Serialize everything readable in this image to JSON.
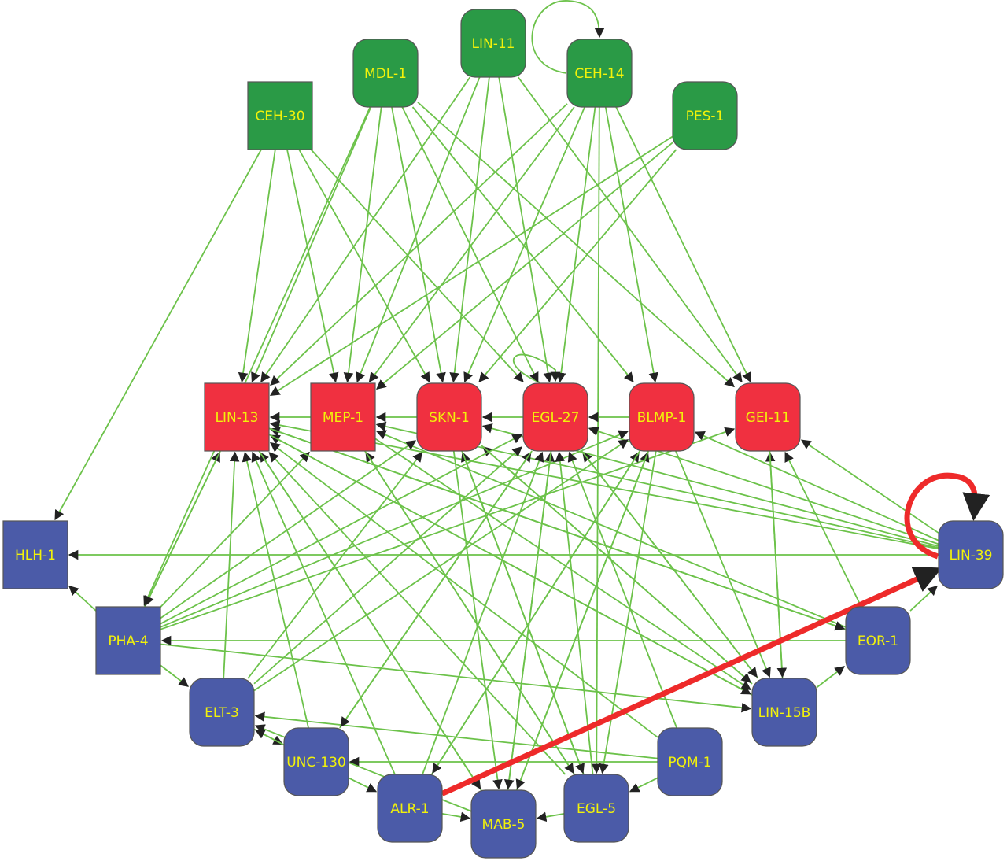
{
  "colors": {
    "top_group": "#2a9a46",
    "middle_group": "#f03040",
    "bottom_group": "#4b5ba8",
    "edge": "#6cc24a",
    "highlight_edge": "#ee2a2a",
    "label": "#f2f20a"
  },
  "nodes": [
    {
      "id": "LIN-11",
      "label": "LIN-11",
      "group": "top_group",
      "shape": "rounded"
    },
    {
      "id": "MDL-1",
      "label": "MDL-1",
      "group": "top_group",
      "shape": "rounded"
    },
    {
      "id": "CEH-14",
      "label": "CEH-14",
      "group": "top_group",
      "shape": "rounded"
    },
    {
      "id": "CEH-30",
      "label": "CEH-30",
      "group": "top_group",
      "shape": "square"
    },
    {
      "id": "PES-1",
      "label": "PES-1",
      "group": "top_group",
      "shape": "rounded"
    },
    {
      "id": "LIN-13",
      "label": "LIN-13",
      "group": "middle_group",
      "shape": "square"
    },
    {
      "id": "MEP-1",
      "label": "MEP-1",
      "group": "middle_group",
      "shape": "square"
    },
    {
      "id": "SKN-1",
      "label": "SKN-1",
      "group": "middle_group",
      "shape": "rounded"
    },
    {
      "id": "EGL-27",
      "label": "EGL-27",
      "group": "middle_group",
      "shape": "rounded"
    },
    {
      "id": "BLMP-1",
      "label": "BLMP-1",
      "group": "middle_group",
      "shape": "rounded"
    },
    {
      "id": "GEI-11",
      "label": "GEI-11",
      "group": "middle_group",
      "shape": "rounded"
    },
    {
      "id": "HLH-1",
      "label": "HLH-1",
      "group": "bottom_group",
      "shape": "square"
    },
    {
      "id": "LIN-39",
      "label": "LIN-39",
      "group": "bottom_group",
      "shape": "rounded"
    },
    {
      "id": "PHA-4",
      "label": "PHA-4",
      "group": "bottom_group",
      "shape": "square"
    },
    {
      "id": "EOR-1",
      "label": "EOR-1",
      "group": "bottom_group",
      "shape": "rounded"
    },
    {
      "id": "ELT-3",
      "label": "ELT-3",
      "group": "bottom_group",
      "shape": "rounded"
    },
    {
      "id": "LIN-15B",
      "label": "LIN-15B",
      "group": "bottom_group",
      "shape": "rounded"
    },
    {
      "id": "UNC-130",
      "label": "UNC-130",
      "group": "bottom_group",
      "shape": "rounded"
    },
    {
      "id": "PQM-1",
      "label": "PQM-1",
      "group": "bottom_group",
      "shape": "rounded"
    },
    {
      "id": "ALR-1",
      "label": "ALR-1",
      "group": "bottom_group",
      "shape": "rounded"
    },
    {
      "id": "EGL-5",
      "label": "EGL-5",
      "group": "bottom_group",
      "shape": "rounded"
    },
    {
      "id": "MAB-5",
      "label": "MAB-5",
      "group": "bottom_group",
      "shape": "rounded"
    }
  ],
  "edges": [
    [
      "CEH-14",
      "CEH-14"
    ],
    [
      "EGL-27",
      "EGL-27"
    ],
    [
      "PHA-4",
      "HLH-1"
    ],
    [
      "ELT-3",
      "UNC-130"
    ],
    [
      "CEH-30",
      "HLH-1"
    ],
    [
      "CEH-30",
      "LIN-13"
    ],
    [
      "CEH-30",
      "MEP-1"
    ],
    [
      "CEH-30",
      "SKN-1"
    ],
    [
      "CEH-30",
      "EGL-27"
    ],
    [
      "MDL-1",
      "LIN-13"
    ],
    [
      "MDL-1",
      "MEP-1"
    ],
    [
      "MDL-1",
      "SKN-1"
    ],
    [
      "MDL-1",
      "EGL-27"
    ],
    [
      "MDL-1",
      "BLMP-1"
    ],
    [
      "MDL-1",
      "GEI-11"
    ],
    [
      "MDL-1",
      "PHA-4"
    ],
    [
      "LIN-11",
      "LIN-13"
    ],
    [
      "LIN-11",
      "MEP-1"
    ],
    [
      "LIN-11",
      "SKN-1"
    ],
    [
      "LIN-11",
      "EGL-27"
    ],
    [
      "LIN-11",
      "GEI-11"
    ],
    [
      "CEH-14",
      "LIN-13"
    ],
    [
      "CEH-14",
      "MEP-1"
    ],
    [
      "CEH-14",
      "SKN-1"
    ],
    [
      "CEH-14",
      "EGL-27"
    ],
    [
      "CEH-14",
      "BLMP-1"
    ],
    [
      "CEH-14",
      "GEI-11"
    ],
    [
      "CEH-14",
      "EGL-5"
    ],
    [
      "PES-1",
      "LIN-13"
    ],
    [
      "PES-1",
      "MEP-1"
    ],
    [
      "PES-1",
      "SKN-1"
    ],
    [
      "MEP-1",
      "LIN-13"
    ],
    [
      "SKN-1",
      "MEP-1"
    ],
    [
      "EGL-27",
      "SKN-1"
    ],
    [
      "BLMP-1",
      "EGL-27"
    ],
    [
      "LIN-39",
      "HLH-1"
    ],
    [
      "LIN-39",
      "LIN-13"
    ],
    [
      "LIN-39",
      "MEP-1"
    ],
    [
      "LIN-39",
      "SKN-1"
    ],
    [
      "LIN-39",
      "EGL-27"
    ],
    [
      "LIN-39",
      "BLMP-1"
    ],
    [
      "LIN-39",
      "GEI-11"
    ],
    [
      "EOR-1",
      "LIN-39"
    ],
    [
      "EOR-1",
      "PHA-4"
    ],
    [
      "EOR-1",
      "LIN-13"
    ],
    [
      "EOR-1",
      "GEI-11"
    ],
    [
      "EOR-1",
      "MEP-1"
    ],
    [
      "LIN-15B",
      "EOR-1"
    ],
    [
      "LIN-15B",
      "GEI-11"
    ],
    [
      "LIN-15B",
      "LIN-13"
    ],
    [
      "LIN-15B",
      "SKN-1"
    ],
    [
      "LIN-15B",
      "EGL-27"
    ],
    [
      "PHA-4",
      "LIN-13"
    ],
    [
      "PHA-4",
      "MEP-1"
    ],
    [
      "PHA-4",
      "SKN-1"
    ],
    [
      "PHA-4",
      "EGL-27"
    ],
    [
      "PHA-4",
      "BLMP-1"
    ],
    [
      "PHA-4",
      "GEI-11"
    ],
    [
      "PHA-4",
      "ELT-3"
    ],
    [
      "PHA-4",
      "LIN-15B"
    ],
    [
      "ELT-3",
      "LIN-13"
    ],
    [
      "ELT-3",
      "SKN-1"
    ],
    [
      "ELT-3",
      "BLMP-1"
    ],
    [
      "ELT-3",
      "EGL-27"
    ],
    [
      "UNC-130",
      "LIN-13"
    ],
    [
      "UNC-130",
      "EGL-27"
    ],
    [
      "UNC-130",
      "ALR-1"
    ],
    [
      "UNC-130",
      "ELT-3"
    ],
    [
      "PQM-1",
      "UNC-130"
    ],
    [
      "PQM-1",
      "LIN-13"
    ],
    [
      "PQM-1",
      "EGL-27"
    ],
    [
      "PQM-1",
      "ELT-3"
    ],
    [
      "PQM-1",
      "EGL-5"
    ],
    [
      "ALR-1",
      "LIN-13"
    ],
    [
      "ALR-1",
      "MAB-5"
    ],
    [
      "ALR-1",
      "EGL-27"
    ],
    [
      "ALR-1",
      "BLMP-1"
    ],
    [
      "EGL-5",
      "MAB-5"
    ],
    [
      "EGL-5",
      "LIN-13"
    ],
    [
      "EGL-5",
      "SKN-1"
    ],
    [
      "EGL-5",
      "EGL-27"
    ],
    [
      "EGL-5",
      "MEP-1"
    ],
    [
      "MAB-5",
      "LIN-13"
    ],
    [
      "MAB-5",
      "EGL-27"
    ],
    [
      "MAB-5",
      "BLMP-1"
    ],
    [
      "MAB-5",
      "ELT-3"
    ],
    [
      "BLMP-1",
      "LIN-15B"
    ],
    [
      "BLMP-1",
      "MAB-5"
    ],
    [
      "BLMP-1",
      "ALR-1"
    ],
    [
      "EGL-27",
      "LIN-15B"
    ],
    [
      "EGL-27",
      "UNC-130"
    ],
    [
      "SKN-1",
      "LIN-15B"
    ],
    [
      "MEP-1",
      "LIN-15B"
    ],
    [
      "MEP-1",
      "EGL-5"
    ],
    [
      "LIN-13",
      "PHA-4"
    ],
    [
      "LIN-13",
      "LIN-15B"
    ],
    [
      "LIN-13",
      "MAB-5"
    ],
    [
      "LIN-13",
      "EOR-1"
    ],
    [
      "GEI-11",
      "LIN-15B"
    ],
    [
      "SKN-1",
      "MAB-5"
    ],
    [
      "SKN-1",
      "EGL-5"
    ],
    [
      "EGL-27",
      "MAB-5"
    ],
    [
      "BLMP-1",
      "EGL-5"
    ]
  ],
  "highlight_edges": [
    [
      "ALR-1",
      "LIN-39"
    ],
    [
      "LIN-39",
      "LIN-39"
    ]
  ]
}
